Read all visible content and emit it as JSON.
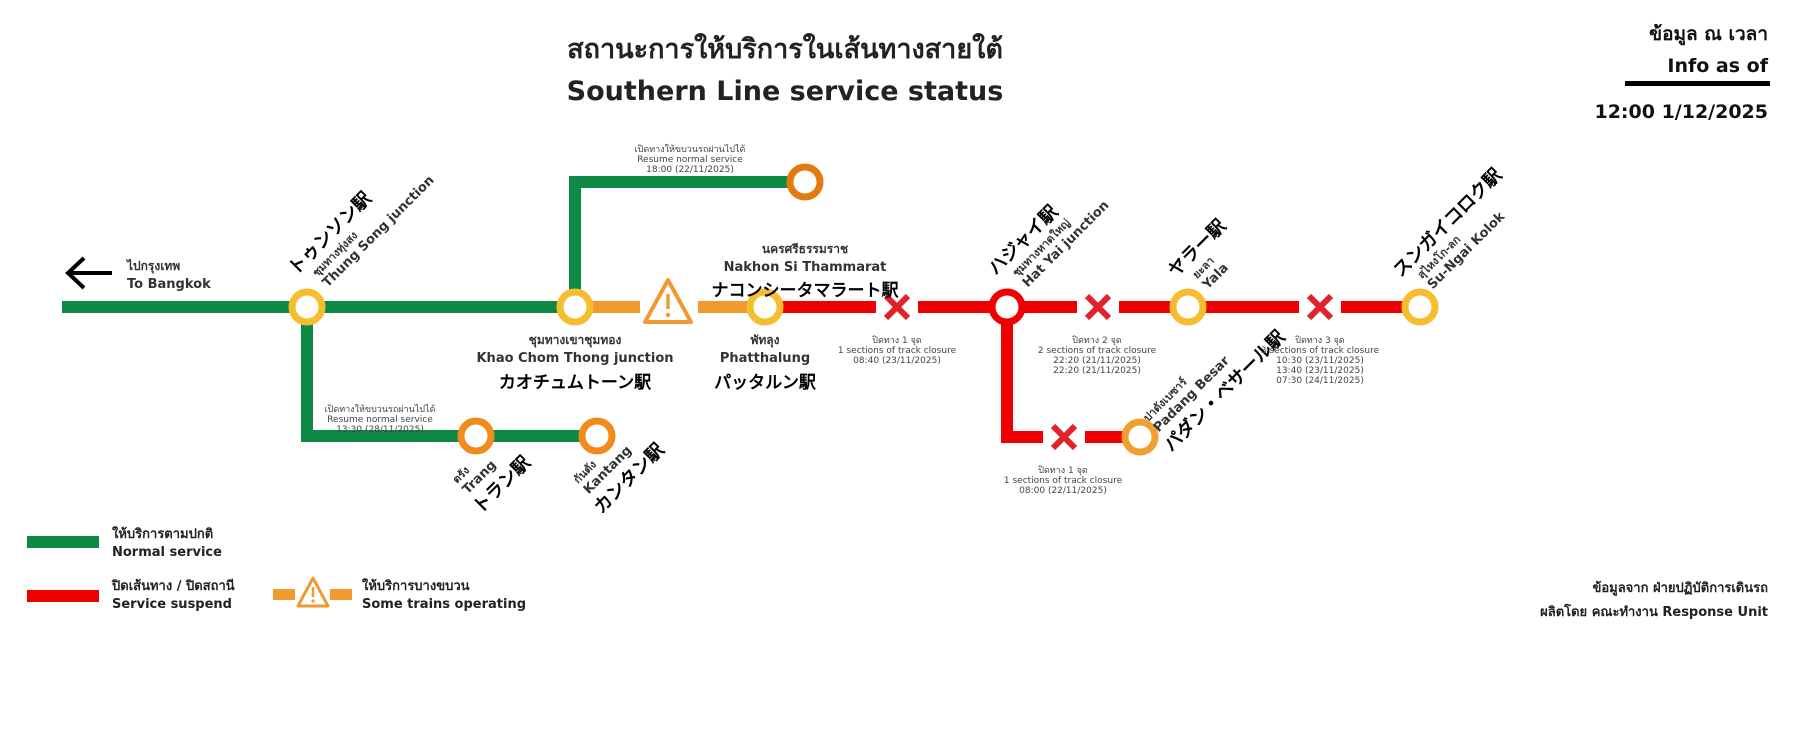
{
  "header": {
    "title_th": "สถานะการให้บริการในเส้นทางสายใต้",
    "title_en": "Southern Line service status",
    "info_th": "ข้อมูล ณ เวลา",
    "info_en": "Info as of",
    "info_time": "12:00 1/12/2025"
  },
  "colors": {
    "normal": "#0e8a44",
    "suspend": "#ee0000",
    "partial": "#f09a30",
    "station": "#f6bd2f",
    "terminal": "#e37a10",
    "cross": "#e0222b"
  },
  "direction": {
    "th": "ไปกรุงเทพ",
    "en": "To Bangkok",
    "icon": "arrow-left-icon"
  },
  "stations": {
    "thung_song": {
      "th": "ชุมทางทุ่งสง",
      "en": "Thung Song junction",
      "jp": "トゥンソン駅"
    },
    "khao_chum_thong": {
      "th": "ชุมทางเขาชุมทอง",
      "en": "Khao Chom Thong junction",
      "jp": "カオチュムトーン駅"
    },
    "nakhon": {
      "th": "นครศรีธรรมราช",
      "en": "Nakhon Si Thammarat",
      "jp": "ナコンシータマラート駅"
    },
    "phatthalung": {
      "th": "พัทลุง",
      "en": "Phatthalung",
      "jp": "パッタルン駅"
    },
    "trang": {
      "th": "ตรัง",
      "en": "Trang",
      "jp": "トラン駅"
    },
    "kantang": {
      "th": "กันตัง",
      "en": "Kantang",
      "jp": "カンタン駅"
    },
    "hat_yai": {
      "th": "ชุมทางหาดใหญ่",
      "en": "Hat Yai junction",
      "jp": "ハジャイ駅"
    },
    "yala": {
      "th": "ยะลา",
      "en": "Yala",
      "jp": "ヤラー駅"
    },
    "su_ngai": {
      "th": "สุไหงโก-ลก",
      "en": "Su-Ngai Kolok",
      "jp": "スンガイコロク駅"
    },
    "padang": {
      "th": "ปาดังเบซาร์",
      "en": "Padang Besar",
      "jp": "パダン・ベサール駅"
    }
  },
  "notes": {
    "nakhon": {
      "th": "เปิดทางให้ขบวนรถผ่านไปได้",
      "en": "Resume normal service",
      "time": "18:00 (22/11/2025)"
    },
    "trang": {
      "th": "เปิดทางให้ขบวนรถผ่านไปได้",
      "en": "Resume normal service",
      "time": "13:30 (28/11/2025)"
    },
    "closure1": {
      "th": "ปิดทาง 1 จุด",
      "en": "1 sections of track closure",
      "times": [
        "08:40 (23/11/2025)"
      ]
    },
    "closure2": {
      "th": "ปิดทาง 2 จุด",
      "en": "2 sections of track closure",
      "times": [
        "22:20 (21/11/2025)",
        "22:20 (21/11/2025)"
      ]
    },
    "closure3": {
      "th": "ปิดทาง 3 จุด",
      "en": "3 sections of track closure",
      "times": [
        "10:30 (23/11/2025)",
        "13:40 (23/11/2025)",
        "07:30 (24/11/2025)"
      ]
    },
    "closure_padang": {
      "th": "ปิดทาง 1 จุด",
      "en": "1 sections of track closure",
      "times": [
        "08:00 (22/11/2025)"
      ]
    }
  },
  "legend": {
    "normal": {
      "th": "ให้บริการตามปกติ",
      "en": "Normal service"
    },
    "suspend": {
      "th": "ปิดเส้นทาง / ปิดสถานี",
      "en": "Service suspend"
    },
    "partial": {
      "th": "ให้บริการบางขบวน",
      "en": "Some trains operating"
    }
  },
  "footer": {
    "source": "ข้อมูลจาก ฝ่ายปฏิบัติการเดินรถ",
    "producer": "ผลิตโดย คณะทำงาน Response Unit"
  }
}
